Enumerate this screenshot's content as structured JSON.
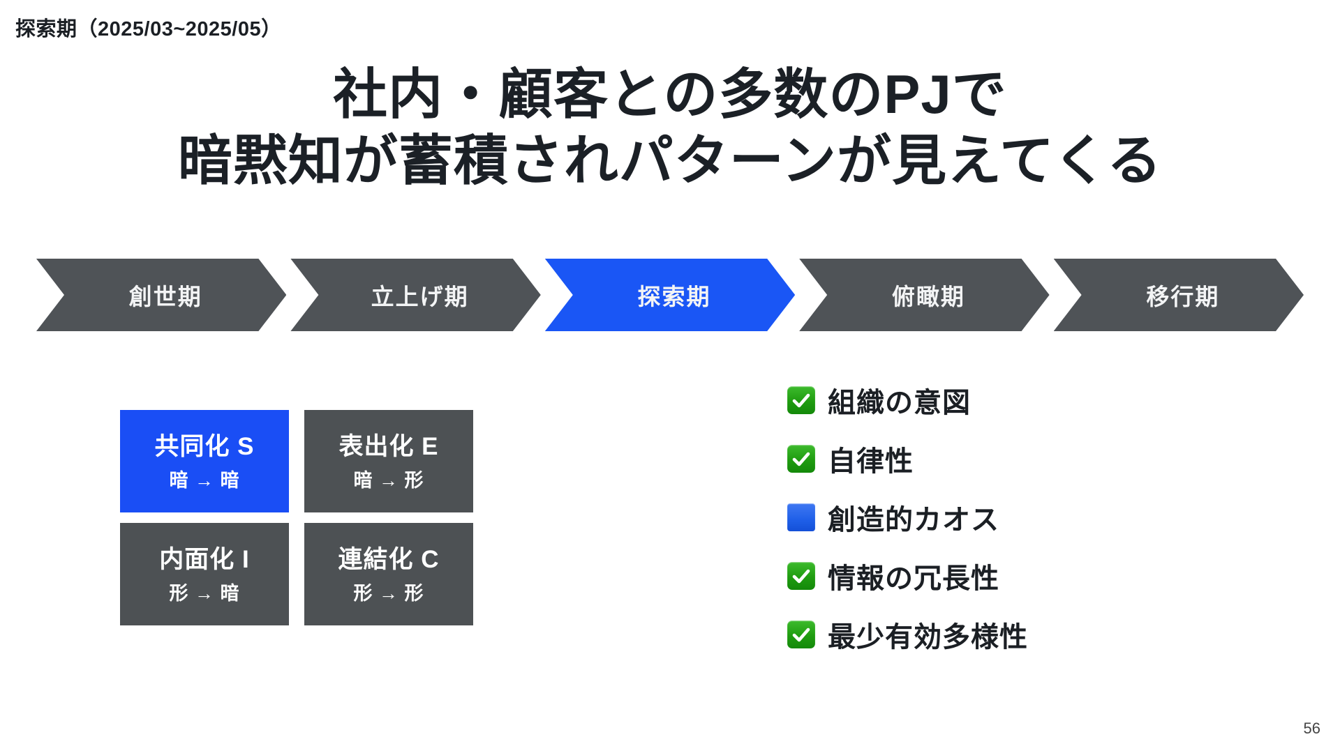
{
  "slide": {
    "eyebrow": "探索期（2025/03~2025/05）",
    "title_line1": "社内・顧客との多数のPJで",
    "title_line2": "暗黙知が蓄積されパターンが見えてくる",
    "page_number": "56"
  },
  "colors": {
    "accent_blue": "#1a56f5",
    "inactive_gray": "#4f5357",
    "check_green": "#1f9c10",
    "text_dark": "#1b1f24"
  },
  "phases": [
    {
      "label": "創世期",
      "active": false
    },
    {
      "label": "立上げ期",
      "active": false
    },
    {
      "label": "探索期",
      "active": true
    },
    {
      "label": "俯瞰期",
      "active": false
    },
    {
      "label": "移行期",
      "active": false
    }
  ],
  "seci": [
    {
      "main": "共同化 S",
      "sub": "暗 → 暗",
      "active": true
    },
    {
      "main": "表出化 E",
      "sub": "暗 → 形",
      "active": false
    },
    {
      "main": "内面化 I",
      "sub": "形 → 暗",
      "active": false
    },
    {
      "main": "連結化 C",
      "sub": "形 → 形",
      "active": false
    }
  ],
  "checklist": [
    {
      "label": "組織の意図",
      "icon": "check-mark-button-icon",
      "state": "checked"
    },
    {
      "label": "自律性",
      "icon": "check-mark-button-icon",
      "state": "checked"
    },
    {
      "label": "創造的カオス",
      "icon": "blue-square-icon",
      "state": "highlighted"
    },
    {
      "label": "情報の冗長性",
      "icon": "check-mark-button-icon",
      "state": "checked"
    },
    {
      "label": "最少有効多様性",
      "icon": "check-mark-button-icon",
      "state": "checked"
    }
  ]
}
